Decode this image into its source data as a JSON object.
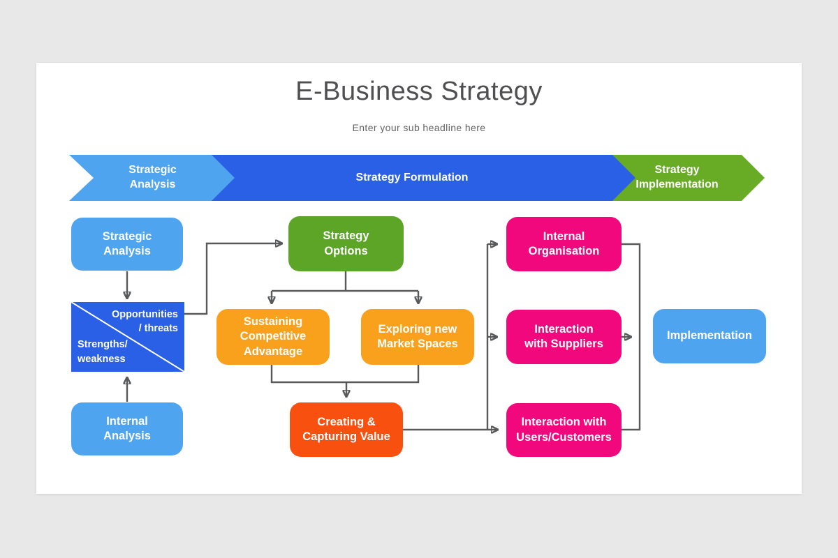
{
  "header": {
    "title": "E-Business Strategy",
    "subtitle": "Enter your sub headline here"
  },
  "banner": [
    {
      "label": "Strategic Analysis",
      "color": "#4FA4F0"
    },
    {
      "label": "Strategy Formulation",
      "color": "#2A60E6"
    },
    {
      "label": "Strategy Implementation",
      "color": "#68AB24"
    }
  ],
  "flowchart": {
    "strategic_analysis": {
      "label": "Strategic Analysis",
      "color": "#4FA4F0"
    },
    "swot": {
      "color": "#2A60E6",
      "top_right_line1": "Opportunities",
      "top_right_line2": "/ threats",
      "bottom_left_line1": "Strengths/",
      "bottom_left_line2": "weakness"
    },
    "internal_analysis": {
      "label": "Internal Analysis",
      "color": "#4FA4F0"
    },
    "strategy_options": {
      "label": "Strategy Options",
      "color": "#5CA527"
    },
    "sustaining_competitive_advantage": {
      "label": "Sustaining Competitive Advantage",
      "color": "#F9A11C"
    },
    "exploring_new_market_spaces": {
      "label": "Exploring new Market Spaces",
      "color": "#F9A11C"
    },
    "creating_capturing_value": {
      "label": "Creating & Capturing Value",
      "color": "#F8500F"
    },
    "internal_organisation": {
      "label": "Internal Organisation",
      "color": "#F1087C"
    },
    "interaction_with_suppliers": {
      "label": "Interaction with Suppliers",
      "color": "#F1087C"
    },
    "interaction_with_users_customers": {
      "label": "Interaction with Users/Customers",
      "color": "#F1087C"
    },
    "implementation": {
      "label": "Implementation",
      "color": "#4FA4F0"
    }
  },
  "connector_color": "#58595B"
}
